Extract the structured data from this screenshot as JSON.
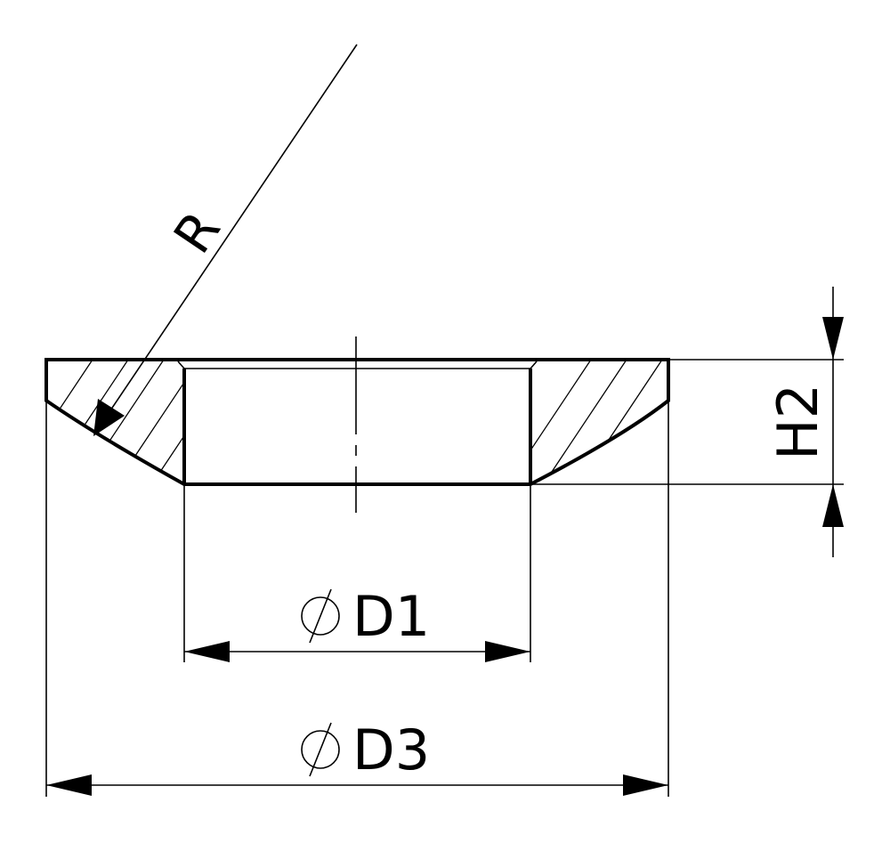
{
  "labels": {
    "radius": "R",
    "height": "H2",
    "inner_diameter": "D1",
    "outer_diameter": "D3"
  },
  "icons": {
    "diameter_symbol": "diameter-icon"
  },
  "colors": {
    "line": "#000000",
    "background": "#ffffff"
  }
}
